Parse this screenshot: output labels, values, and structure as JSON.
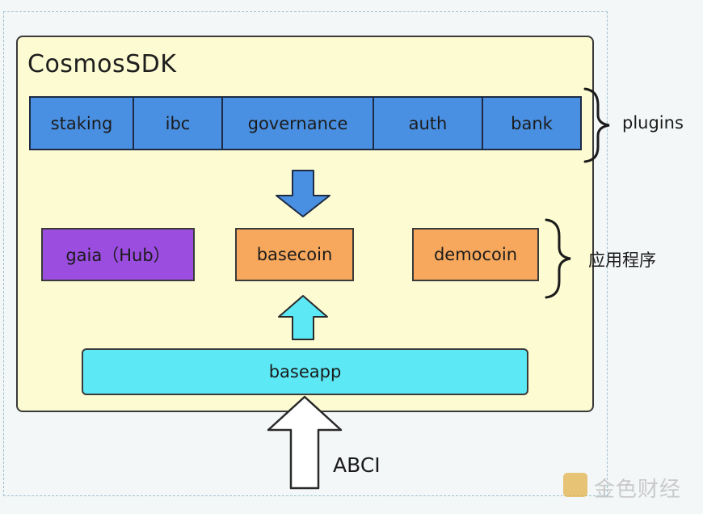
{
  "diagram": {
    "title": "CosmosSDK",
    "plugins": [
      "staking",
      "ibc",
      "governance",
      "auth",
      "bank"
    ],
    "plugins_label": "plugins",
    "apps": {
      "gaia": "gaia（Hub）",
      "basecoin": "basecoin",
      "democoin": "democoin"
    },
    "apps_label": "应用程序",
    "baseapp": "baseapp",
    "abci_label": "ABCI",
    "watermark": "金色财经"
  },
  "colors": {
    "sdk_background": "#fdfbd2",
    "plugin_blue": "#4a90e2",
    "gaia_purple": "#9b4de0",
    "app_orange": "#f7a85c",
    "baseapp_cyan": "#5ce8f4"
  }
}
